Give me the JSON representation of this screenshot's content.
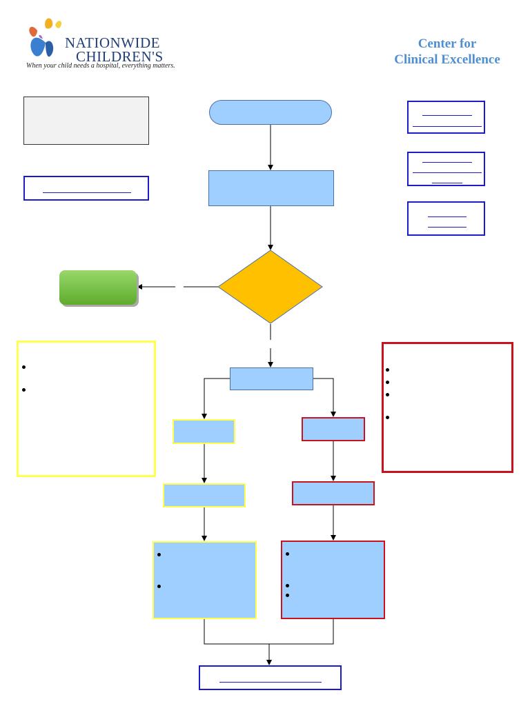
{
  "header": {
    "logo": {
      "line1": "NATIONWIDE",
      "line2": "CHILDREN'S",
      "tagline": "When your child needs a hospital, everything matters."
    },
    "center": {
      "line1": "Center for",
      "line2": "Clinical Excellence"
    }
  },
  "colors": {
    "process_fill": "#9fcfff",
    "decision_fill": "#ffc000",
    "action_green": "#5eab2d",
    "yellow_border": "#ffff4d",
    "red_border": "#c8121e",
    "link_blue": "#1a1acc"
  }
}
